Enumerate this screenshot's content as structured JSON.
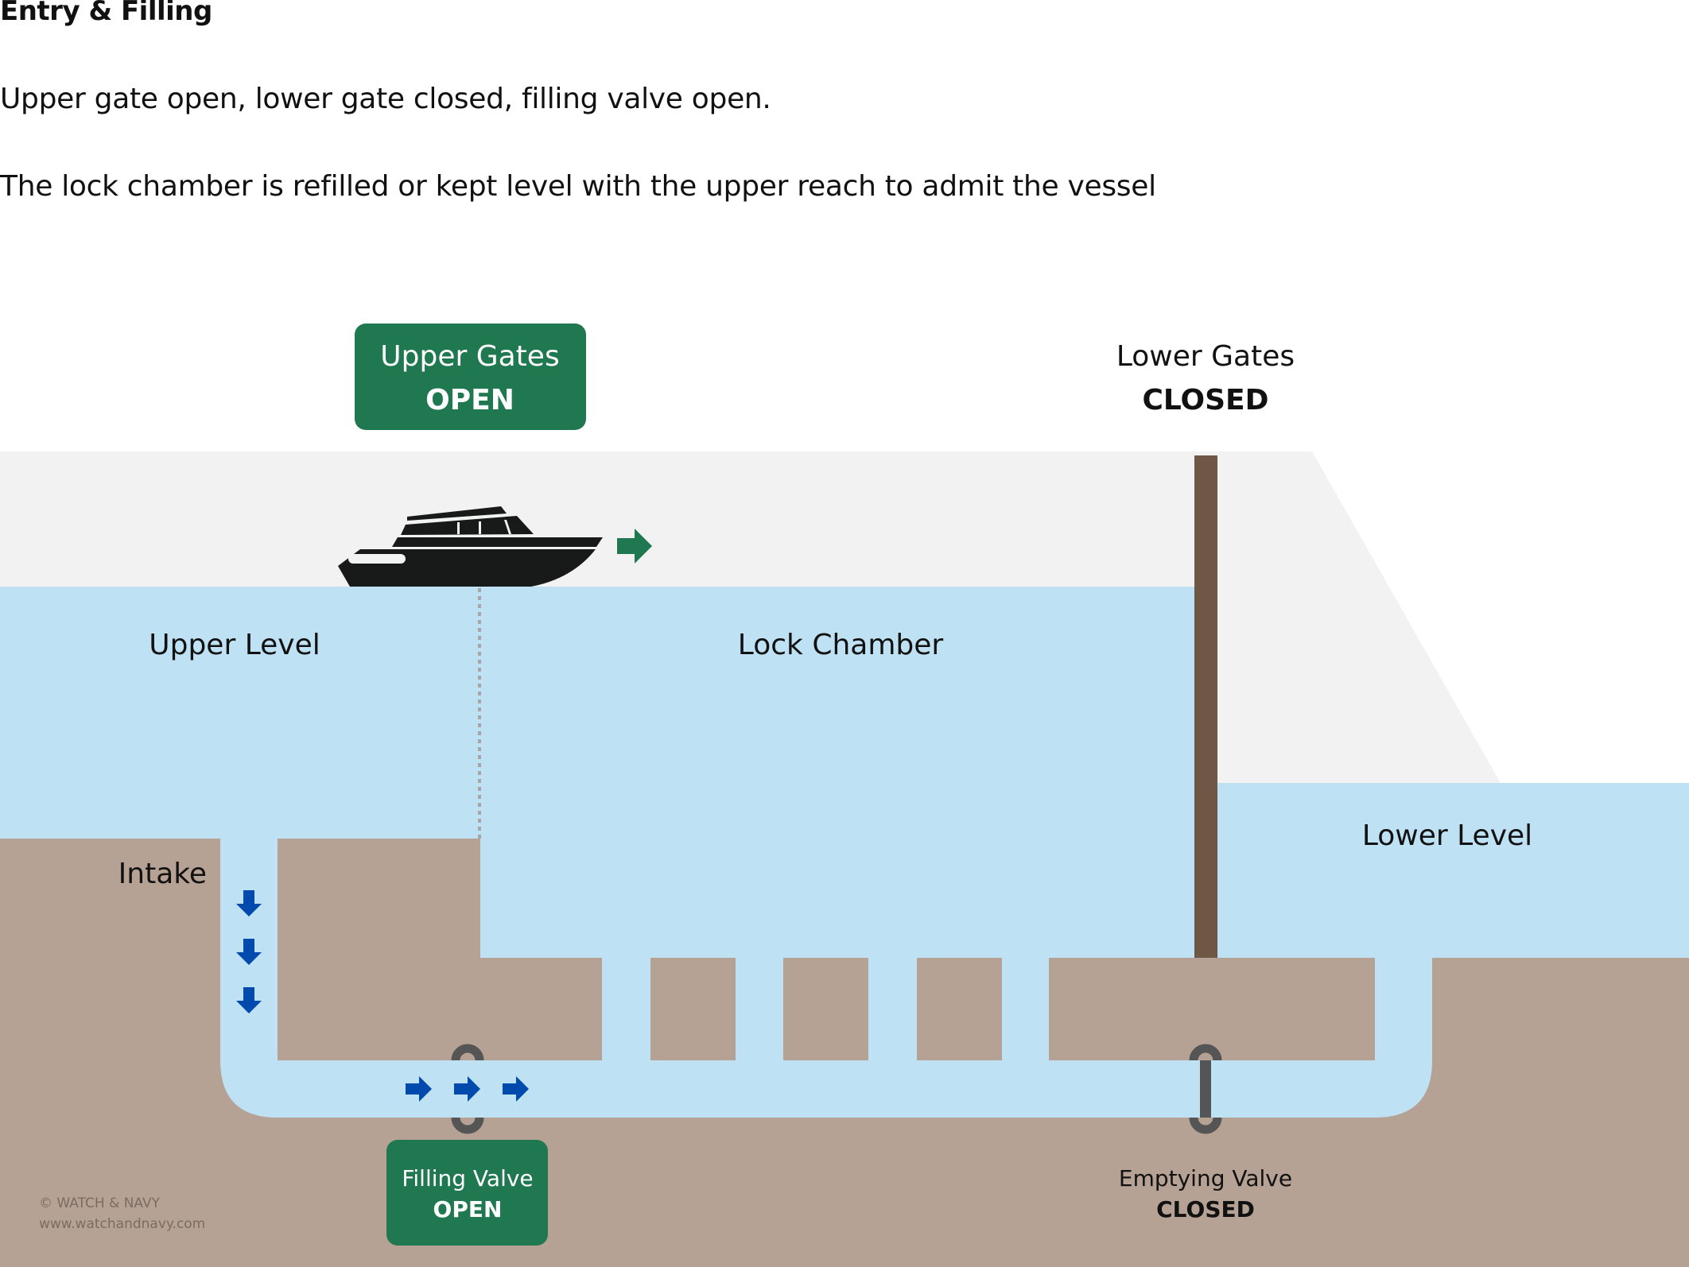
{
  "header": {
    "title": "Entry & Filling",
    "summary": "Upper gate open, lower gate closed, filling valve open.",
    "description": "The lock chamber is refilled or kept level with the upper reach to admit the vessel"
  },
  "labels": {
    "upper_level": "Upper Level",
    "lock_chamber": "Lock Chamber",
    "lower_level": "Lower Level",
    "intake": "Intake"
  },
  "upper_gates": {
    "name": "Upper Gates",
    "status": "OPEN"
  },
  "lower_gates": {
    "name": "Lower Gates",
    "status": "CLOSED"
  },
  "filling_valve": {
    "name": "Filling Valve",
    "status": "OPEN"
  },
  "emptying_valve": {
    "name": "Emptying Valve",
    "status": "CLOSED"
  },
  "vessel": {
    "icon": "motor-yacht-icon",
    "direction": "right"
  },
  "flow_arrows": {
    "intake_down_count": 3,
    "culvert_right_count": 3
  },
  "credits": {
    "copyright": "© WATCH & NAVY",
    "url": "www.watchandnavy.com"
  },
  "colors": {
    "water": "#bee1f3",
    "ground": "#b6a294",
    "sky_band": "#f2f2f2",
    "gate": "#6f5745",
    "status_open": "#207850",
    "flow_arrow": "#004aad",
    "valve": "#555555",
    "vessel": "#181a19"
  }
}
